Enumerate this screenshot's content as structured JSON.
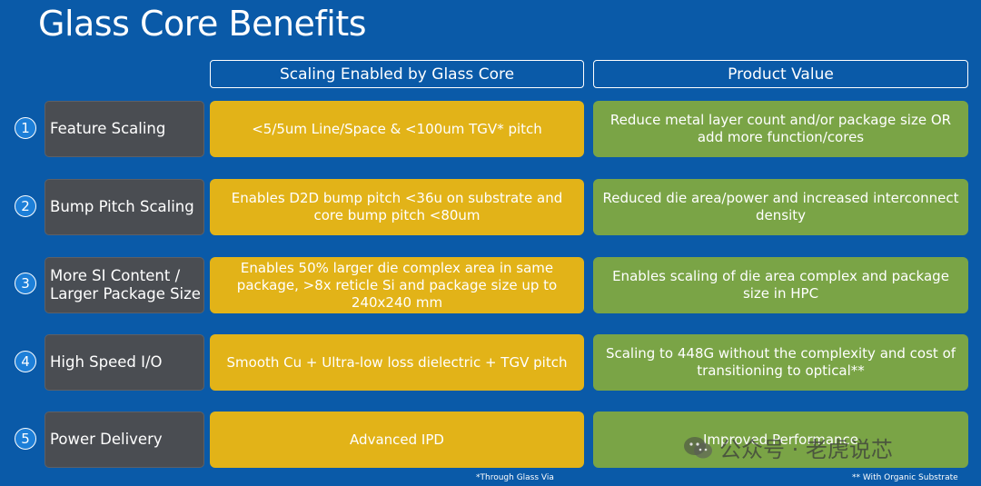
{
  "title": "Glass Core Benefits",
  "headers": {
    "scaling": "Scaling Enabled by Glass Core",
    "value": "Product Value"
  },
  "rows": [
    {
      "num": "1",
      "label": "Feature Scaling",
      "scaling": "<5/5um Line/Space & <100um TGV* pitch",
      "value": "Reduce metal layer count and/or package size OR add more function/cores"
    },
    {
      "num": "2",
      "label": "Bump Pitch Scaling",
      "scaling": "Enables D2D bump pitch <36u on substrate and core bump pitch <80um",
      "value": "Reduced die area/power and increased interconnect density"
    },
    {
      "num": "3",
      "label": "More SI Content / Larger Package Size",
      "scaling": "Enables 50% larger die complex area in same package, >8x reticle Si and package size up to 240x240 mm",
      "value": "Enables scaling of die area complex and package size in HPC"
    },
    {
      "num": "4",
      "label": "High Speed I/O",
      "scaling": "Smooth Cu + Ultra-low loss dielectric + TGV pitch",
      "value": "Scaling to 448G without the complexity and cost of transitioning to optical**"
    },
    {
      "num": "5",
      "label": "Power Delivery",
      "scaling": "Advanced IPD",
      "value": "Improved Performance"
    }
  ],
  "footnotes": {
    "tgv": "*Through Glass Via",
    "organic": "** With Organic Substrate"
  },
  "watermark": "公众号 · 老虎说芯",
  "colors": {
    "background": "#0a5aa8",
    "yellow": "#e2b318",
    "green": "#7aa446",
    "label": "#4a4d52"
  }
}
